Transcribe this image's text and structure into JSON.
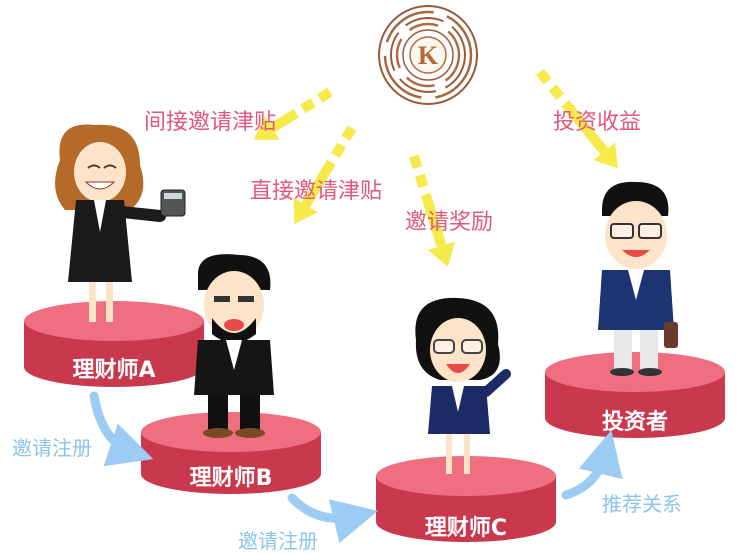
{
  "logo": {
    "letter": "K",
    "ring_color": "#9a5a3a",
    "letter_color": "#b86a36"
  },
  "labels": {
    "indirect_bonus": "间接邀请津贴",
    "direct_bonus": "直接邀请津贴",
    "invite_reward": "邀请奖励",
    "investment_income": "投资收益",
    "invite_register_1": "邀请注册",
    "invite_register_2": "邀请注册",
    "referral_relation": "推荐关系"
  },
  "nodes": {
    "planner_a": "理财师A",
    "planner_b": "理财师B",
    "planner_c": "理财师C",
    "investor": "投资者"
  },
  "colors": {
    "arrow_yellow": "#f6ea4a",
    "arrow_blue": "#9ccbf3",
    "disc_top": "#ef6f80",
    "disc_side": "#c9384d",
    "label_red": "#e2587a",
    "label_blue": "#8ec3ec"
  }
}
